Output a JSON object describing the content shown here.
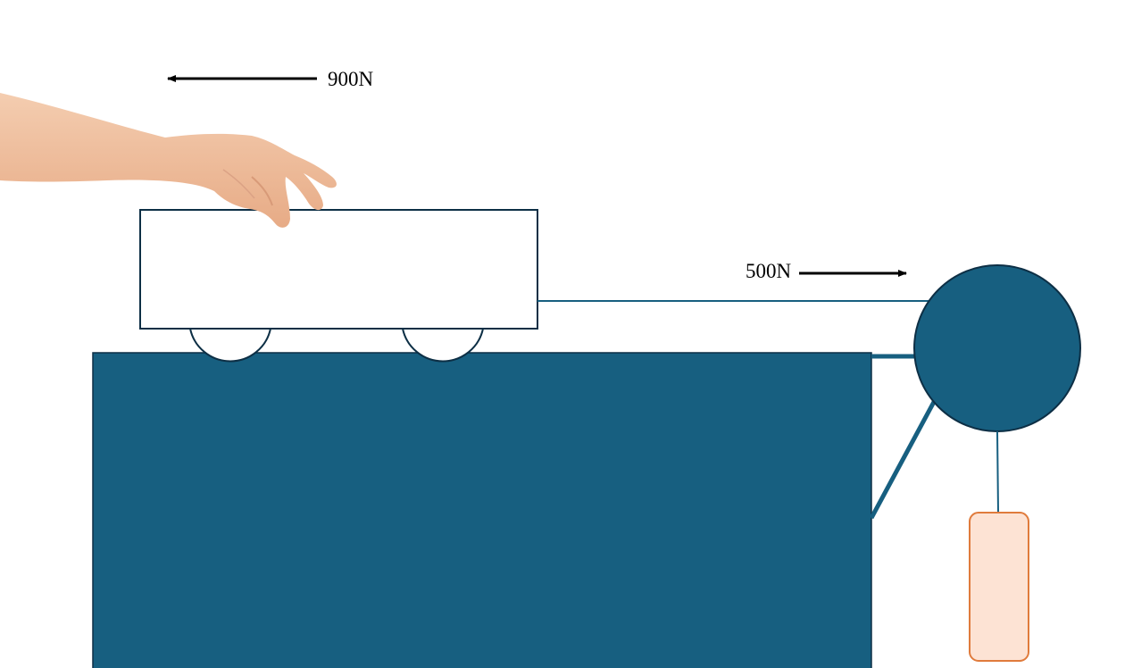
{
  "forces": {
    "hand_pull": {
      "label": "900N",
      "direction": "left"
    },
    "string_pull": {
      "label": "500N",
      "direction": "right"
    }
  },
  "colors": {
    "table": "#175f80",
    "pulley": "#175f80",
    "pulley_outline": "#0d2f45",
    "cart_outline": "#0d2f45",
    "cart_fill": "#ffffff",
    "string": "#175f80",
    "hanging_mass_fill": "#fde3d4",
    "hanging_mass_outline": "#e07b3c",
    "skin": "#f1c3a0",
    "arrow": "#000000"
  }
}
